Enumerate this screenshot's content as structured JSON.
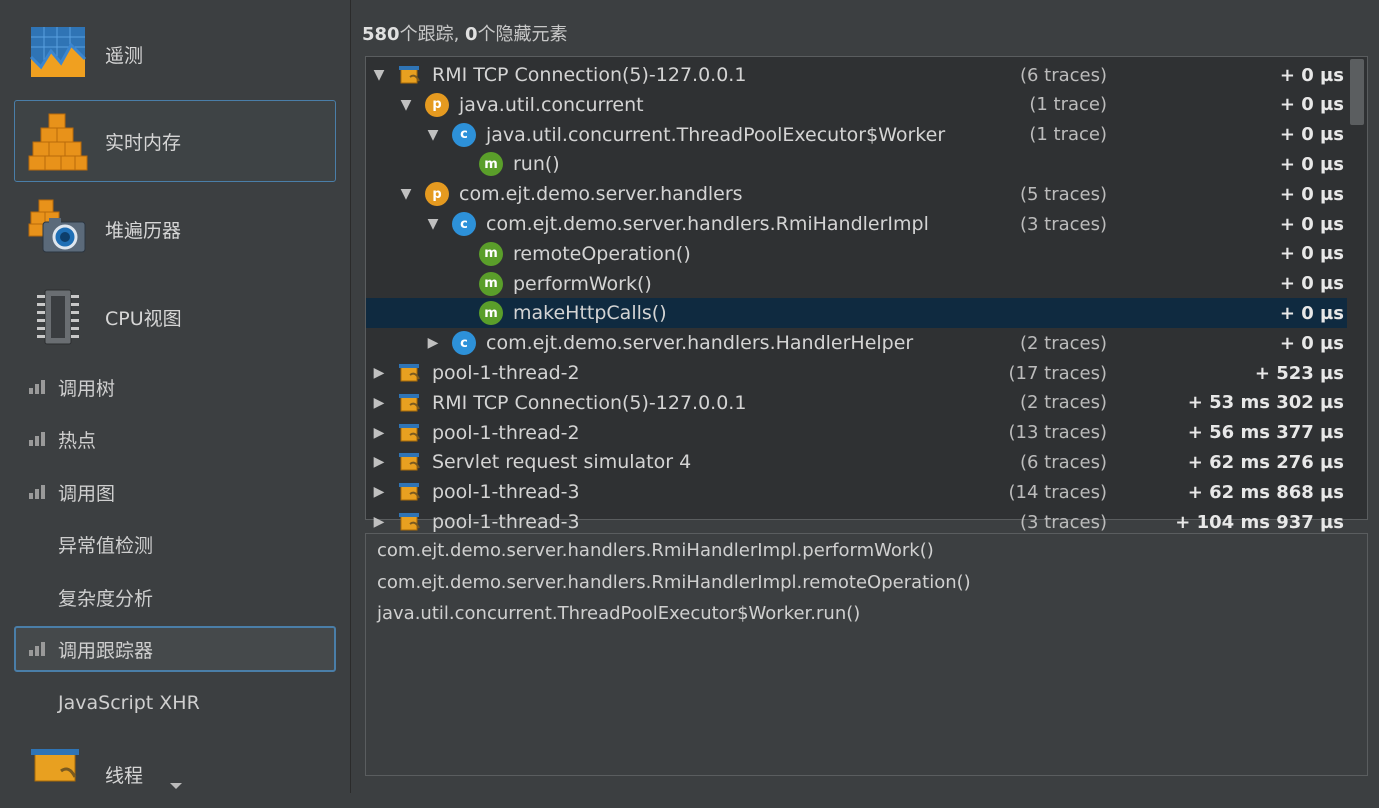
{
  "sidebar": {
    "big_items": [
      {
        "label": "遥测",
        "icon": "telemetry-icon"
      },
      {
        "label": "实时内存",
        "icon": "live-memory-icon",
        "selected": true
      },
      {
        "label": "堆遍历器",
        "icon": "heap-walker-icon"
      },
      {
        "label": "CPU视图",
        "icon": "cpu-view-icon"
      }
    ],
    "small_items": [
      {
        "label": "调用树",
        "has_icon": true
      },
      {
        "label": "热点",
        "has_icon": true
      },
      {
        "label": "调用图",
        "has_icon": true
      },
      {
        "label": "异常值检测",
        "has_icon": false
      },
      {
        "label": "复杂度分析",
        "has_icon": false
      },
      {
        "label": "调用跟踪器",
        "has_icon": true,
        "selected": true
      },
      {
        "label": "JavaScript XHR",
        "has_icon": false
      }
    ],
    "partial_item": {
      "label": "线程",
      "icon": "threads-icon"
    }
  },
  "summary": {
    "count": "580",
    "count_text": "个跟踪, ",
    "hidden": "0",
    "hidden_text": "个隐藏元素"
  },
  "tree": {
    "rows": [
      {
        "depth": 0,
        "kind": "thread",
        "toggle": "expanded",
        "label": "RMI TCP Connection(5)-127.0.0.1",
        "traces": "(6 traces)",
        "time": "+ 0 µs"
      },
      {
        "depth": 1,
        "kind": "p",
        "toggle": "expanded",
        "label": "java.util.concurrent",
        "traces": "(1 trace)",
        "time": "+ 0 µs"
      },
      {
        "depth": 2,
        "kind": "c",
        "toggle": "expanded",
        "label": "java.util.concurrent.ThreadPoolExecutor$Worker",
        "traces": "(1 trace)",
        "time": "+ 0 µs"
      },
      {
        "depth": 3,
        "kind": "m",
        "toggle": "none",
        "label": "run()",
        "traces": "",
        "time": "+ 0 µs"
      },
      {
        "depth": 1,
        "kind": "p",
        "toggle": "expanded",
        "label": "com.ejt.demo.server.handlers",
        "traces": "(5 traces)",
        "time": "+ 0 µs"
      },
      {
        "depth": 2,
        "kind": "c",
        "toggle": "expanded",
        "label": "com.ejt.demo.server.handlers.RmiHandlerImpl",
        "traces": "(3 traces)",
        "time": "+ 0 µs"
      },
      {
        "depth": 3,
        "kind": "m",
        "toggle": "none",
        "label": "remoteOperation()",
        "traces": "",
        "time": "+ 0 µs"
      },
      {
        "depth": 3,
        "kind": "m",
        "toggle": "none",
        "label": "performWork()",
        "traces": "",
        "time": "+ 0 µs"
      },
      {
        "depth": 3,
        "kind": "m",
        "toggle": "none",
        "label": "makeHttpCalls()",
        "traces": "",
        "time": "+ 0 µs",
        "selected": true
      },
      {
        "depth": 2,
        "kind": "c",
        "toggle": "collapsed",
        "label": "com.ejt.demo.server.handlers.HandlerHelper",
        "traces": "(2 traces)",
        "time": "+ 0 µs"
      },
      {
        "depth": 0,
        "kind": "thread",
        "toggle": "collapsed",
        "label": "pool-1-thread-2",
        "traces": "(17 traces)",
        "time": "+ 523 µs"
      },
      {
        "depth": 0,
        "kind": "thread",
        "toggle": "collapsed",
        "label": "RMI TCP Connection(5)-127.0.0.1",
        "traces": "(2 traces)",
        "time": "+ 53 ms 302 µs"
      },
      {
        "depth": 0,
        "kind": "thread",
        "toggle": "collapsed",
        "label": "pool-1-thread-2",
        "traces": "(13 traces)",
        "time": "+ 56 ms 377 µs"
      },
      {
        "depth": 0,
        "kind": "thread",
        "toggle": "collapsed",
        "label": "Servlet request simulator 4",
        "traces": "(6 traces)",
        "time": "+ 62 ms 276 µs"
      },
      {
        "depth": 0,
        "kind": "thread",
        "toggle": "collapsed",
        "label": "pool-1-thread-3",
        "traces": "(14 traces)",
        "time": "+ 62 ms 868 µs"
      },
      {
        "depth": 0,
        "kind": "thread",
        "toggle": "collapsed",
        "label": "pool-1-thread-3",
        "traces": "(3 traces)",
        "time": "+ 104 ms 937 µs"
      }
    ]
  },
  "detail": {
    "lines": [
      "com.ejt.demo.server.handlers.RmiHandlerImpl.performWork()",
      "com.ejt.demo.server.handlers.RmiHandlerImpl.remoteOperation()",
      "java.util.concurrent.ThreadPoolExecutor$Worker.run()"
    ]
  },
  "colors": {
    "background": "#3c3f41",
    "tree_background": "#2f3133",
    "selection": "#0f2a40",
    "accent_border": "#4a7ea8",
    "package_badge": "#e59a20",
    "class_badge": "#2d91d9",
    "method_badge": "#5a9e2a"
  }
}
